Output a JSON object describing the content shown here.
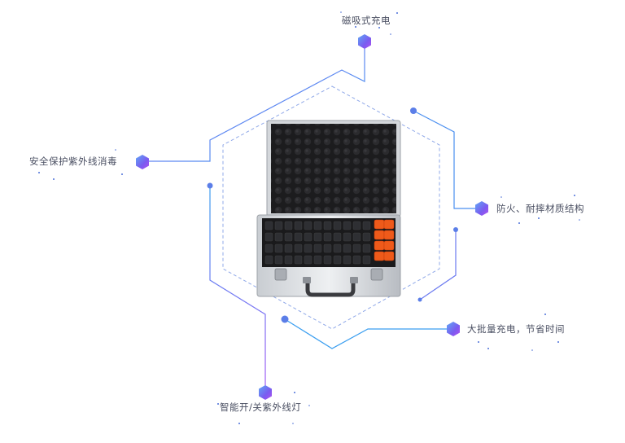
{
  "features": [
    {
      "id": "magnetic",
      "label": "磁吸式充电"
    },
    {
      "id": "uv-safety",
      "label": "安全保护紫外线消毒"
    },
    {
      "id": "fireproof",
      "label": "防火、耐摔材质结构"
    },
    {
      "id": "batch",
      "label": "大批量充电，节省时间"
    },
    {
      "id": "smart-uv",
      "label": "智能开/关紫外线灯"
    }
  ],
  "colors": {
    "line_start": "#3aa0f0",
    "line_end": "#9b59f5",
    "dash": "#8fa8e8",
    "dot": "#5b6fd8"
  },
  "icons": {
    "node": "hexagon-icon",
    "product": "charging-case-icon"
  }
}
